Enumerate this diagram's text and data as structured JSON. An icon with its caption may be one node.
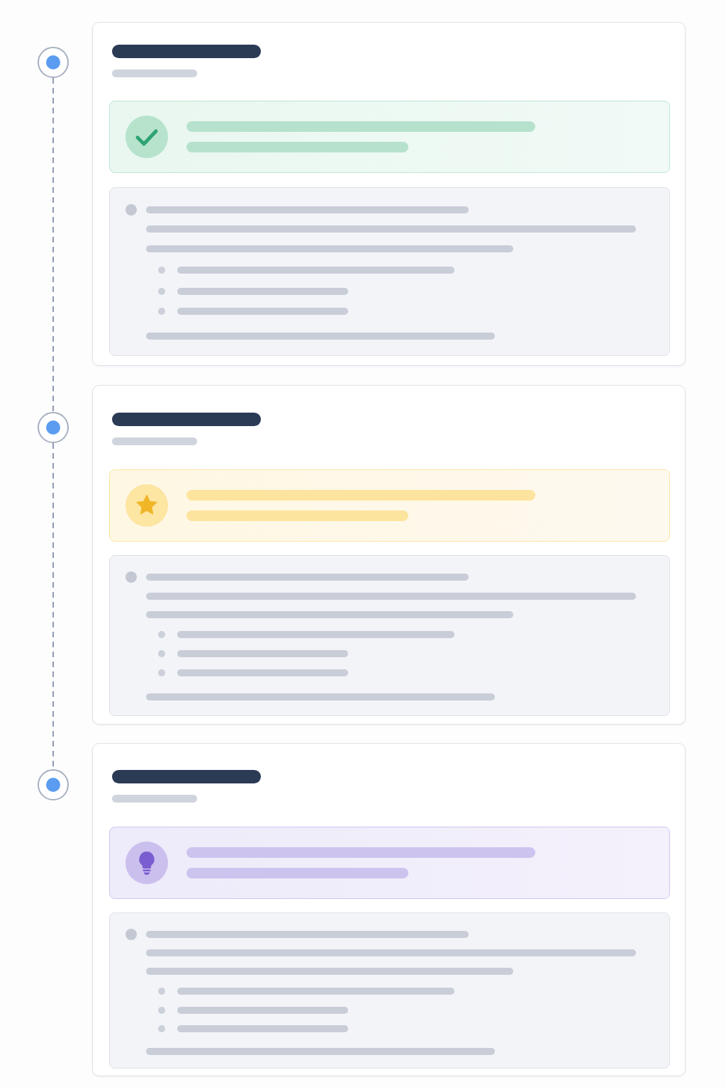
{
  "diagram": {
    "nodes": [
      {
        "text": [],
        "shape": "circle"
      },
      {
        "text": [],
        "shape": "box"
      },
      {
        "text": [],
        "shape": "box",
        "in": 1
      },
      {
        "text": [],
        "shape": "box",
        "in": 1
      },
      {
        "text": [],
        "shape": "circle"
      },
      {
        "text": [],
        "shape": "box"
      },
      {
        "text": [],
        "shape": "box",
        "in": 5
      },
      {
        "text": [],
        "shape": "box",
        "in": 5
      },
      {
        "text": [],
        "shape": "circle"
      },
      {
        "text": [],
        "shape": "box"
      },
      {
        "text": [],
        "shape": "box",
        "in": 9
      },
      {
        "text": [],
        "shape": "box",
        "in": 9
      }
    ],
    "edges": [
      {
        "from": 0,
        "to": 4,
        "arrow": "none",
        "style": "dashed"
      },
      {
        "from": 4,
        "to": 8,
        "arrow": "none",
        "style": "dashed"
      }
    ]
  }
}
